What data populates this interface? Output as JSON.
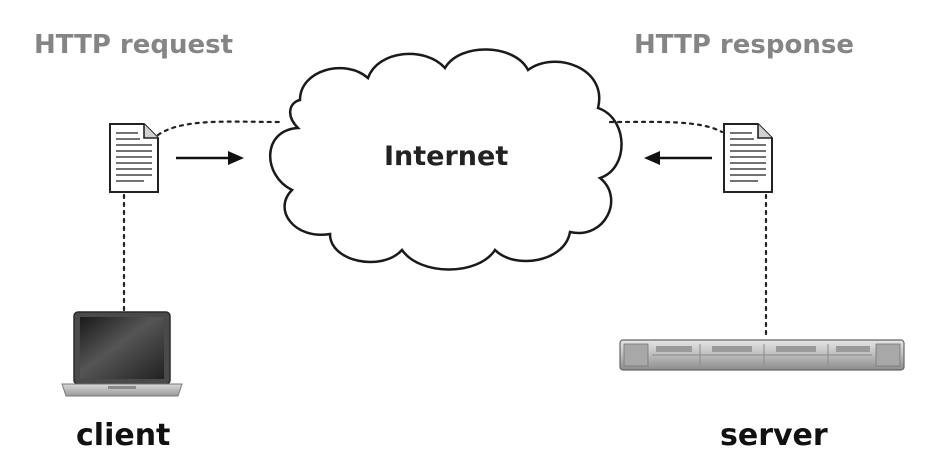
{
  "diagram": {
    "request_label": "HTTP request",
    "response_label": "HTTP response",
    "network_label": "Internet",
    "client_label": "client",
    "server_label": "server"
  }
}
